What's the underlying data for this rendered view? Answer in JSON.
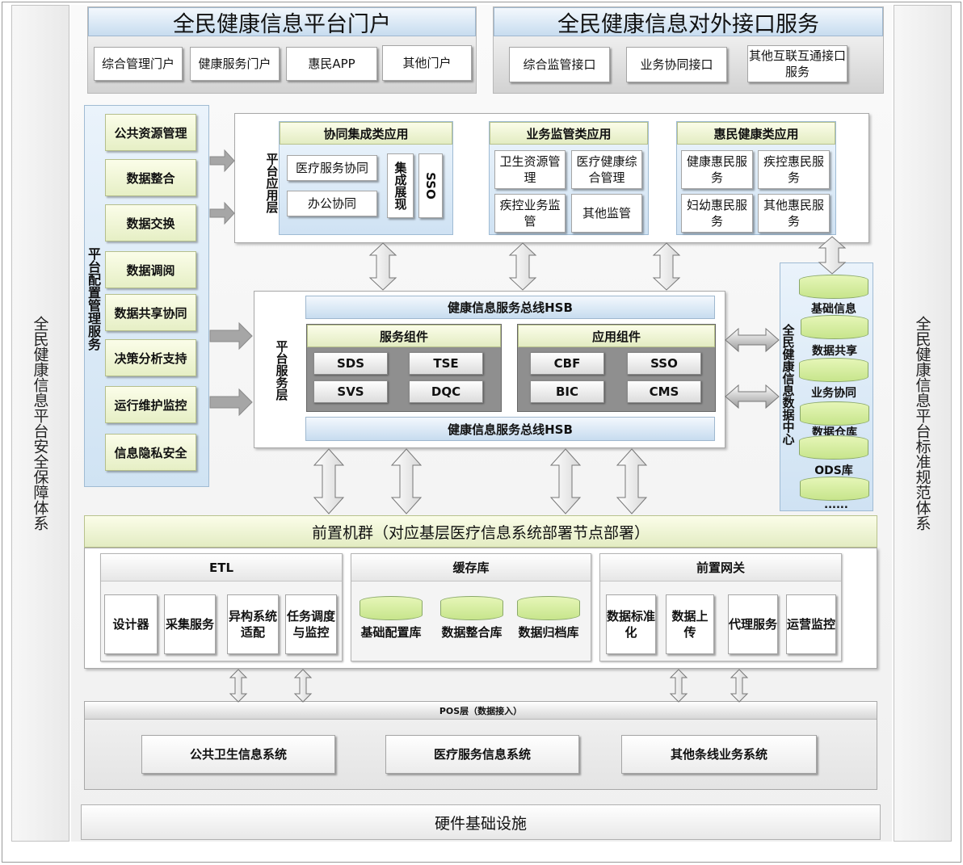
{
  "left_side": "全民健康信息平台安全保障体系",
  "right_side": "全民健康信息平台标准规范体系",
  "portal": {
    "title": "全民健康信息平台门户",
    "items": [
      "综合管理门户",
      "健康服务门户",
      "惠民APP",
      "其他门户"
    ]
  },
  "external": {
    "title": "全民健康信息对外接口服务",
    "items": [
      "综合监管接口",
      "业务协同接口",
      "其他互联互通接口服务"
    ]
  },
  "config": {
    "label": "平台配置管理服务",
    "items": [
      "公共资源管理",
      "数据整合",
      "数据交换",
      "数据调阅",
      "数据共享协同",
      "决策分析支持",
      "运行维护监控",
      "信息隐私安全"
    ]
  },
  "app_layer": {
    "label": "平台应用层",
    "groups": [
      {
        "title": "协同集成类应用",
        "items": [
          "医疗服务协同",
          "办公协同",
          "集成展现",
          "SSO"
        ]
      },
      {
        "title": "业务监管类应用",
        "items": [
          "卫生资源管理",
          "医疗健康综合管理",
          "疾控业务监管",
          "其他监管"
        ]
      },
      {
        "title": "惠民健康类应用",
        "items": [
          "健康惠民服务",
          "疾控惠民服务",
          "妇幼惠民服务",
          "其他惠民服务"
        ]
      }
    ]
  },
  "service_layer": {
    "label": "平台服务层",
    "bus": "健康信息服务总线HSB",
    "components": {
      "title": "服务组件",
      "items": [
        "SDS",
        "TSE",
        "SVS",
        "DQC"
      ]
    },
    "app_components": {
      "title": "应用组件",
      "items": [
        "CBF",
        "SSO",
        "BIC",
        "CMS"
      ]
    }
  },
  "data_center": {
    "label": "全民健康信息数据中心",
    "items": [
      "基础信息",
      "数据共享",
      "业务协同",
      "数据仓库",
      "ODS库",
      "......"
    ]
  },
  "front": {
    "title": "前置机群（对应基层医疗信息系统部署节点部署）",
    "etl": {
      "title": "ETL",
      "items": [
        "设计器",
        "采集服务",
        "异构系统适配",
        "任务调度与监控"
      ]
    },
    "cache": {
      "title": "缓存库",
      "items": [
        "基础配置库",
        "数据整合库",
        "数据归档库"
      ]
    },
    "gateway": {
      "title": "前置网关",
      "items": [
        "数据标准化",
        "数据上传",
        "代理服务",
        "运营监控"
      ]
    }
  },
  "pos": {
    "title": "POS层（数据接入）",
    "items": [
      "公共卫生信息系统",
      "医疗服务信息系统",
      "其他条线业务系统"
    ]
  },
  "hardware": "硬件基础设施"
}
